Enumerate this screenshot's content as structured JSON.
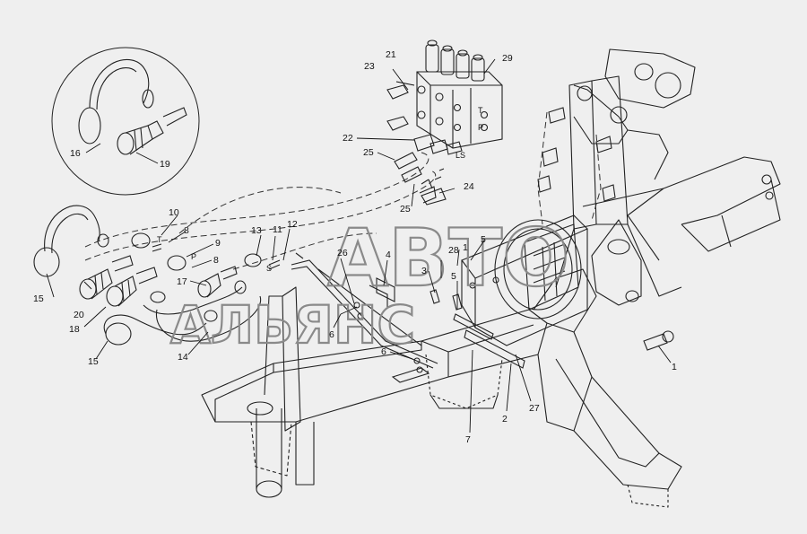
{
  "colors": {
    "background": "#efefef",
    "line": "#222222",
    "watermark": "#8a8a8a"
  },
  "watermark": {
    "line1": "АВТО",
    "line2": "АЛЬЯНС"
  },
  "valve_letters": {
    "t": "T",
    "p": "P",
    "ls": "LS"
  },
  "coupler_letters": {
    "t": "T",
    "p": "P",
    "s": "S"
  },
  "callouts": {
    "c1": "1",
    "c1b": "1",
    "c2": "2",
    "c3": "3",
    "c4": "4",
    "c5": "5",
    "c5b": "5",
    "c6": "6",
    "c6b": "6",
    "c7": "7",
    "c8": "8",
    "c8b": "8",
    "c9": "9",
    "c10": "10",
    "c11": "11",
    "c12": "12",
    "c13": "13",
    "c14": "14",
    "c15": "15",
    "c15b": "15",
    "c16": "16",
    "c17": "17",
    "c18": "18",
    "c19": "19",
    "c20": "20",
    "c21": "21",
    "c22": "22",
    "c23": "23",
    "c24": "24",
    "c25": "25",
    "c25b": "25",
    "c26": "26",
    "c27": "27",
    "c28": "28",
    "c29": "29"
  }
}
